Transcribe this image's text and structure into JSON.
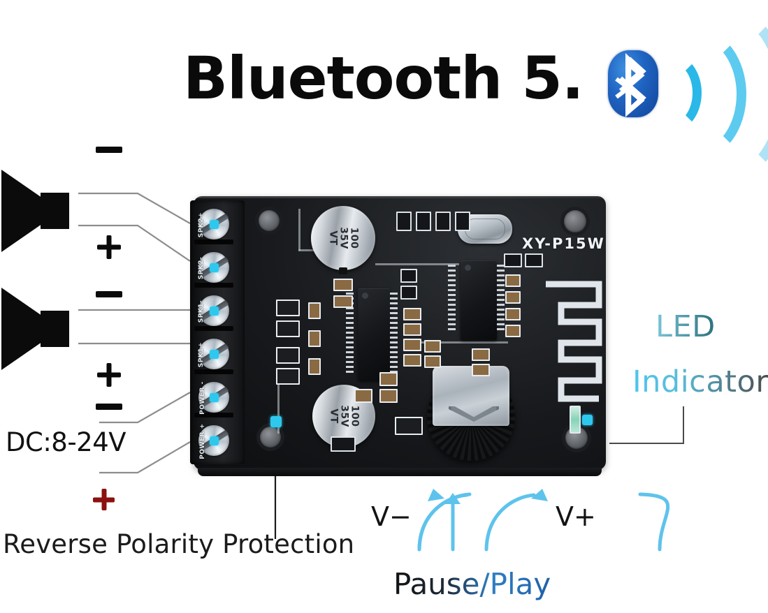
{
  "title": {
    "text": "Bluetooth 5."
  },
  "icons": {
    "bluetooth": "bluetooth-logo-icon",
    "signal_arcs": "wireless-signal-arcs-icon",
    "speaker": "speaker-icon"
  },
  "labels": {
    "dc_input": "DC:8-24V",
    "reverse_polarity": "Reverse Polarity Protection",
    "led": "LED",
    "indicator": "Indicator",
    "volume_down": "V−",
    "volume_up": "V+",
    "pause_play": "Pause/Play"
  },
  "signs": {
    "minus": "−",
    "plus": "+",
    "speaker1_minus": "−",
    "speaker1_plus": "+",
    "speaker2_minus": "−",
    "speaker2_plus": "+",
    "power_minus": "−",
    "power_plus": "+"
  },
  "board": {
    "model": "XY-P15W",
    "terminals": [
      {
        "label": "SPK2+"
      },
      {
        "label": "SPK2-"
      },
      {
        "label": "SPK1-"
      },
      {
        "label": "SPK1+"
      },
      {
        "label": "POWER -"
      },
      {
        "label": "POWER +"
      }
    ],
    "capacitors": [
      {
        "value": "100",
        "voltage": "35V",
        "brand": "VT"
      },
      {
        "value": "100",
        "voltage": "35V",
        "brand": "VT"
      }
    ]
  },
  "colors": {
    "bluetooth_blue": "#1f64c2",
    "arc_cyan": "#4fc7ee",
    "led_teal": "#2b6f7c",
    "accent_cyan": "#2ec8ee",
    "red_plus": "#8b1111",
    "text_black": "#0a0a0a",
    "background": "#ffffff"
  }
}
